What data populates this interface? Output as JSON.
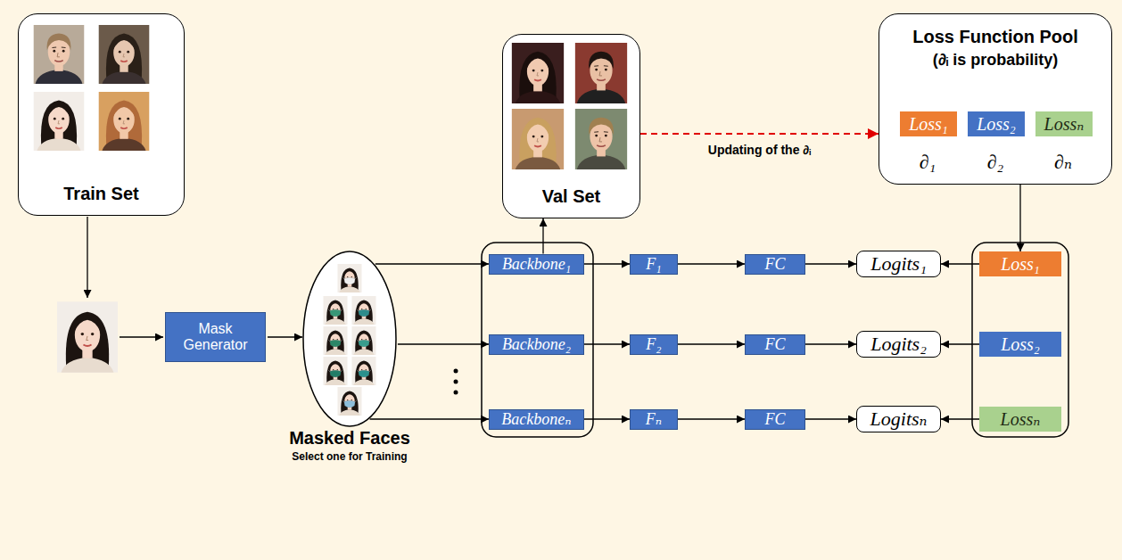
{
  "diagram": {
    "nodes": [
      {
        "text": [
          "Train Set"
        ]
      },
      {
        "text": [
          "Val Set"
        ]
      },
      {
        "text": [
          "Loss Function Pool",
          "(∂ᵢ is probability)"
        ]
      },
      {
        "text": [
          "Loss₁"
        ],
        "in": 2
      },
      {
        "text": [
          "Loss₂"
        ],
        "in": 2
      },
      {
        "text": [
          "Lossₙ"
        ],
        "in": 2
      },
      {
        "text": [
          "Mask Generator"
        ]
      },
      {
        "text": [
          "Masked Faces",
          "Select one for Training"
        ]
      },
      {
        "text": [
          "Backbone₁"
        ]
      },
      {
        "text": [
          "F₁"
        ]
      },
      {
        "text": [
          "FC"
        ]
      },
      {
        "text": [
          "Logits₁"
        ]
      },
      {
        "text": [
          "Loss₁"
        ]
      },
      {
        "text": [
          "Backbone₂"
        ]
      },
      {
        "text": [
          "F₂"
        ]
      },
      {
        "text": [
          "FC"
        ]
      },
      {
        "text": [
          "Logits₂"
        ]
      },
      {
        "text": [
          "Loss₂"
        ]
      },
      {
        "text": [
          "Backboneₙ"
        ]
      },
      {
        "text": [
          "Fₙ"
        ]
      },
      {
        "text": [
          "FC"
        ]
      },
      {
        "text": [
          "Logitsₙ"
        ]
      },
      {
        "text": [
          "Lossₙ"
        ]
      }
    ],
    "edges": [
      {
        "from": 7,
        "to": 8,
        "arrow": "to"
      },
      {
        "from": 7,
        "to": 13,
        "arrow": "to"
      },
      {
        "from": 7,
        "to": 18,
        "arrow": "to"
      },
      {
        "from": 8,
        "to": 9,
        "arrow": "to"
      },
      {
        "from": 9,
        "to": 10,
        "arrow": "to"
      },
      {
        "from": 10,
        "to": 11,
        "arrow": "to"
      },
      {
        "from": 13,
        "to": 14,
        "arrow": "to"
      },
      {
        "from": 14,
        "to": 15,
        "arrow": "to"
      },
      {
        "from": 15,
        "to": 16,
        "arrow": "to"
      },
      {
        "from": 18,
        "to": 19,
        "arrow": "to"
      },
      {
        "from": 19,
        "to": 20,
        "arrow": "to"
      },
      {
        "from": 20,
        "to": 21,
        "arrow": "to"
      },
      {
        "from": 12,
        "to": 11,
        "arrow": "to"
      },
      {
        "from": 17,
        "to": 16,
        "arrow": "to"
      },
      {
        "from": 22,
        "to": 21,
        "arrow": "to"
      },
      {
        "from": 8,
        "to": 1,
        "arrow": "to"
      },
      {
        "from": 1,
        "to": 2,
        "label": "Updating of the ∂ᵢ",
        "arrow": "to"
      },
      {
        "from": 2,
        "to": 12,
        "arrow": "to"
      }
    ],
    "labels": [
      "∂₁",
      "∂₂",
      "∂ₙ"
    ]
  }
}
